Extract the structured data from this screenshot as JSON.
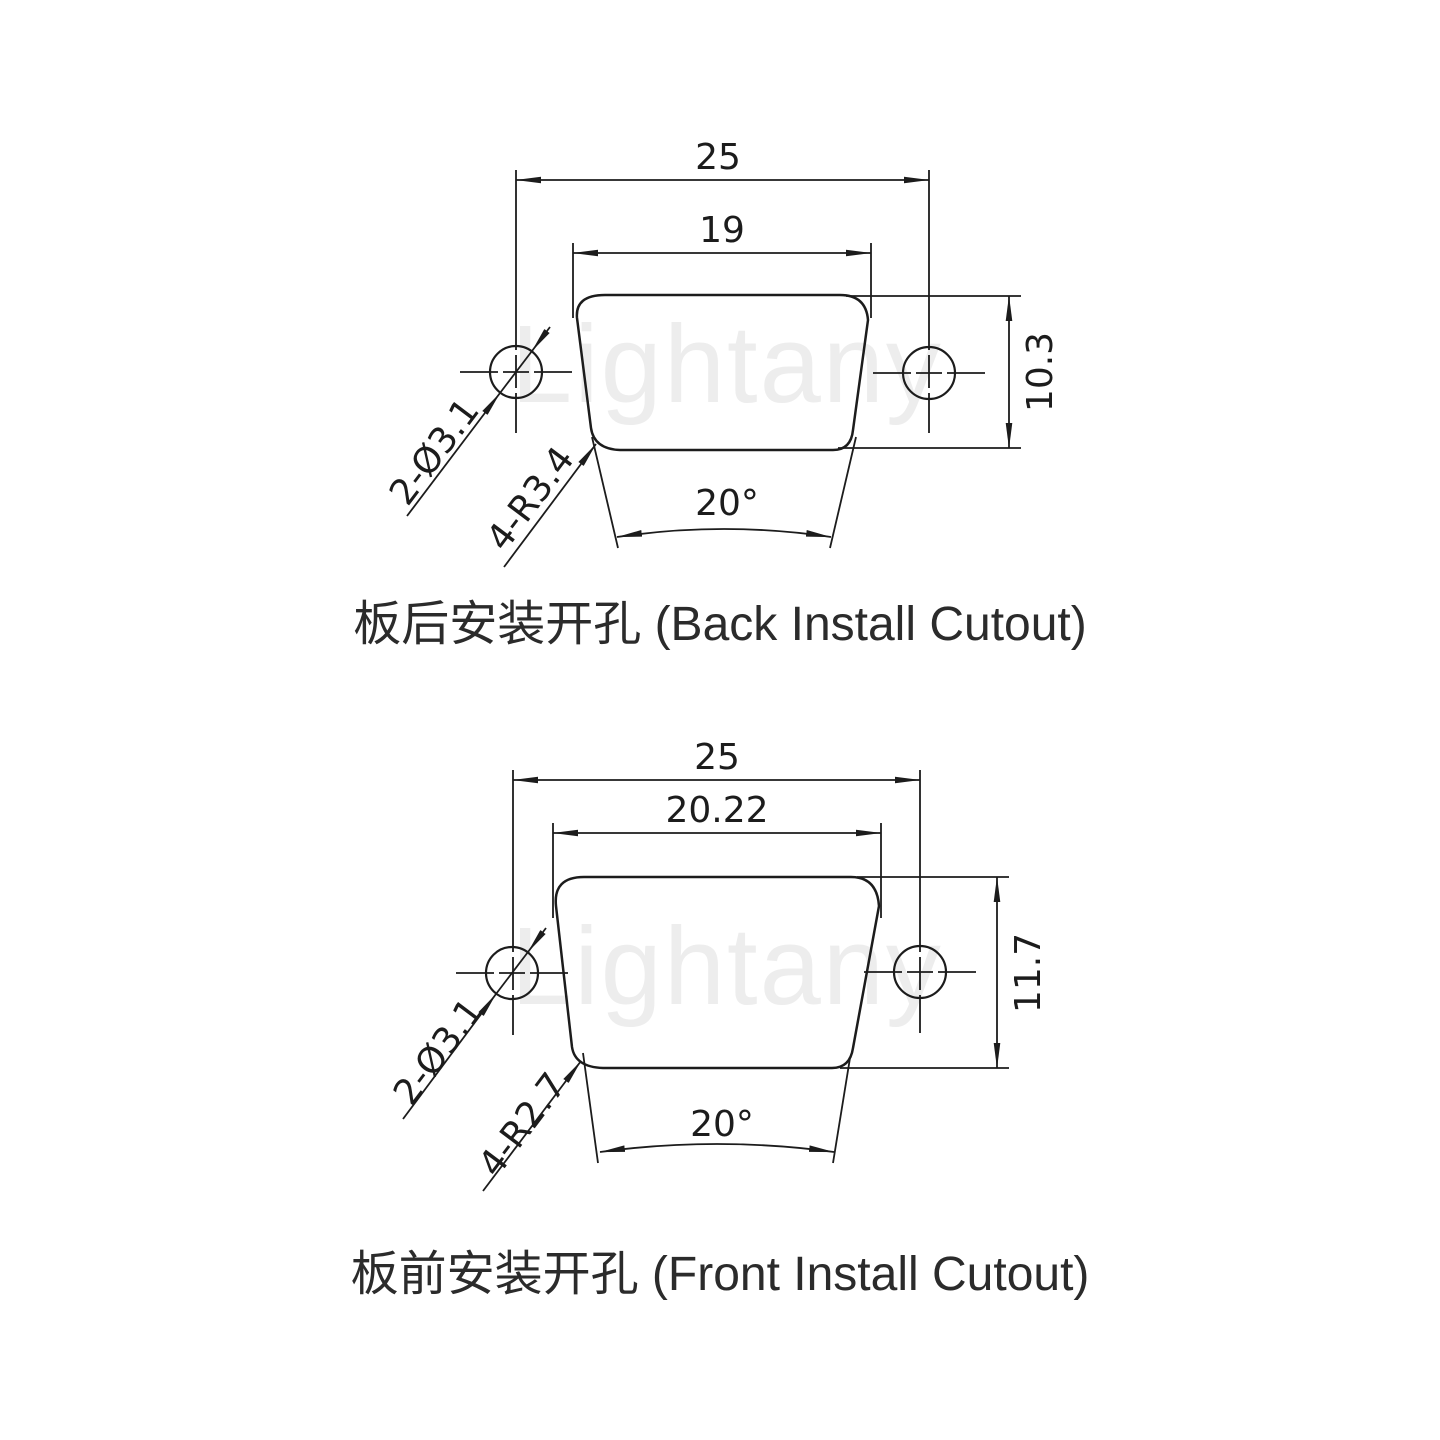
{
  "watermark": {
    "text": "Lightany",
    "color": "#ededed"
  },
  "back": {
    "caption": "板后安装开孔 (Back Install Cutout)",
    "dim_overall": "25",
    "dim_top": "19",
    "dim_height": "10.3",
    "dim_angle": "20°",
    "dim_holes": "2-Ø3.1",
    "dim_radius": "4-R3.4"
  },
  "front": {
    "caption": "板前安装开孔 (Front Install Cutout)",
    "dim_overall": "25",
    "dim_top": "20.22",
    "dim_height": "11.7",
    "dim_angle": "20°",
    "dim_holes": "2-Ø3.1",
    "dim_radius": "4-R2.7"
  }
}
